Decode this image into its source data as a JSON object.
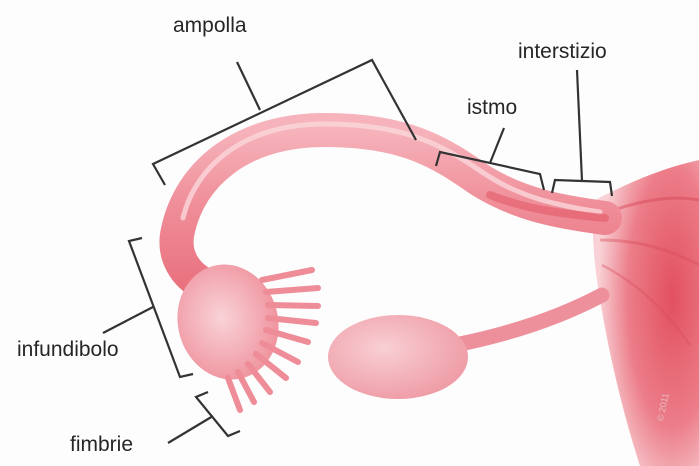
{
  "labels": {
    "ampolla": "ampolla",
    "interstizio": "interstizio",
    "istmo": "istmo",
    "infundibolo": "infundibolo",
    "fimbrie": "fimbrie"
  },
  "watermark": "© 2011",
  "colors": {
    "tube": "#ef8a96",
    "tube_light": "#f7c0c6",
    "uterus": "#ea6674",
    "ovary": "#f2a7b0",
    "bracket": "#333333"
  }
}
